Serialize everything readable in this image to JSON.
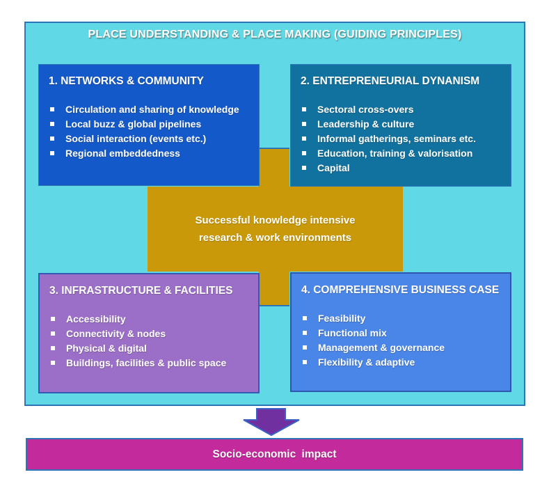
{
  "diagram": {
    "title": "PLACE UNDERSTANDING & PLACE MAKING (GUIDING PRINCIPLES)",
    "center": {
      "text": "Successful knowledge intensive research & work environments"
    },
    "boxes": [
      {
        "heading": "1. NETWORKS & COMMUNITY",
        "color": "#1459C9",
        "items": [
          "Circulation and sharing of knowledge",
          "Local buzz & global pipelines",
          "Social interaction (events etc.)",
          "Regional embeddedness"
        ]
      },
      {
        "heading": "2. ENTREPRENEURIAL DYNANISM",
        "color": "#11719F",
        "items": [
          "Sectoral cross-overs",
          "Leadership & culture",
          "Informal gatherings, seminars etc.",
          "Education, training & valorisation",
          "Capital"
        ]
      },
      {
        "heading": "3. INFRASTRUCTURE & FACILITIES",
        "color": "#9B6FC7",
        "items": [
          "Accessibility",
          "Connectivity & nodes",
          "Physical & digital",
          "Buildings, facilities & public space"
        ]
      },
      {
        "heading": "4. COMPREHENSIVE BUSINESS CASE",
        "color": "#4A86E8",
        "items": [
          "Feasibility",
          "Functional mix",
          "Management & governance",
          "Flexibility & adaptive"
        ]
      }
    ],
    "impact": {
      "label": "Socio-economic impact"
    },
    "colors": {
      "page_background": "#FFFFFF",
      "panel_background": "#61D8E5",
      "panel_border": "#2E75B6",
      "center_cross": "#C9990A",
      "arrow_fill": "#7030A0",
      "arrow_border": "#3A62C4",
      "impact_background": "#C32A9C"
    }
  }
}
